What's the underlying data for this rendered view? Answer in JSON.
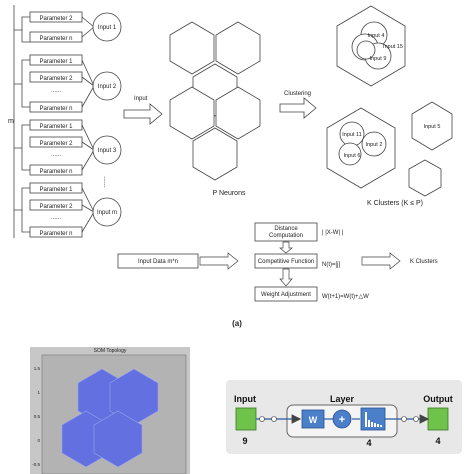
{
  "top": {
    "params_group1": [
      "Parameter 2",
      "Parameter n"
    ],
    "params_full": [
      "Parameter 1",
      "Parameter 2",
      "Parameter n"
    ],
    "dots": "......",
    "inputs": [
      "Input 1",
      "Input 2",
      "Input 3",
      "Input m"
    ],
    "m_label": "m",
    "input_arrow_label": "Input",
    "clustering_label": "Clustering",
    "neurons_label": "P Neurons",
    "clusters_label": "K Clusters (K ≤ P)",
    "cluster1": [
      "Input 4",
      "Input 15",
      "Input 9"
    ],
    "cluster2": [
      "Input 11",
      "Input 2",
      "Input 6"
    ],
    "cluster3": [
      "Input 5"
    ]
  },
  "flow": {
    "input_data": "Input Data m*n",
    "distance": "Distance\nComputation",
    "distance_eq": "| |X-W| |",
    "competitive": "Competitive Function",
    "competitive_eq": "N(t)=[j]",
    "weight": "Weight Adjustment",
    "weight_eq": "W(t+1)=W(t)+△W",
    "output": "K Clusters"
  },
  "caption": "(a)",
  "som": {
    "title": "SOM Topology",
    "y_ticks": [
      "1.5",
      "1",
      "0.5",
      "0",
      "-0.5"
    ]
  },
  "net": {
    "input_label": "Input",
    "layer_label": "Layer",
    "output_label": "Output",
    "input_count": "9",
    "layer_count": "4",
    "output_count": "4",
    "w_label": "W",
    "plus": "+"
  },
  "colors": {
    "hex_fill": "#6270e0",
    "plot_bg": "#b3b3b3",
    "net_green": "#6fc24a",
    "net_blue": "#4c7fc9"
  }
}
